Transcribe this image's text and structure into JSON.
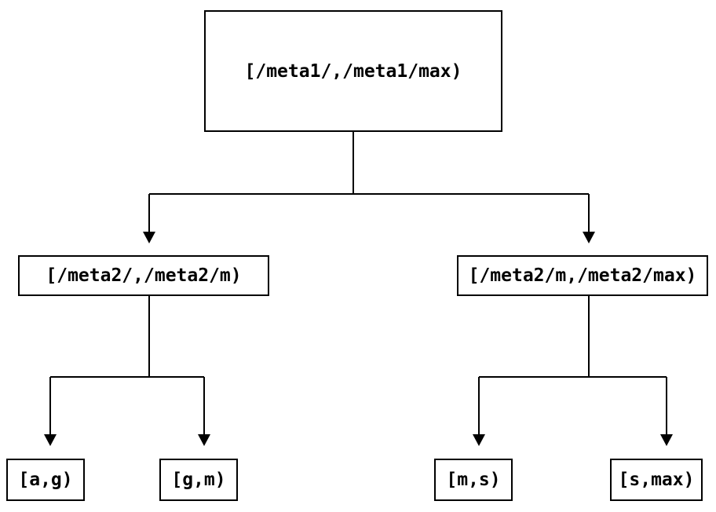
{
  "diagram": {
    "type": "tree",
    "background_color": "#ffffff",
    "stroke_color": "#000000",
    "text_color": "#000000",
    "nodes": {
      "root": {
        "label": "[/meta1/,/meta1/max)"
      },
      "level2_left": {
        "label": "[/meta2/,/meta2/m)"
      },
      "level2_right": {
        "label": "[/meta2/m,/meta2/max)"
      },
      "leaf_ag": {
        "label": "[a,g)"
      },
      "leaf_gm": {
        "label": "[g,m)"
      },
      "leaf_ms": {
        "label": "[m,s)"
      },
      "leaf_smax": {
        "label": "[s,max)"
      }
    },
    "edges": [
      {
        "from": "root",
        "to": "level2_left"
      },
      {
        "from": "root",
        "to": "level2_right"
      },
      {
        "from": "level2_left",
        "to": "leaf_ag"
      },
      {
        "from": "level2_left",
        "to": "leaf_gm"
      },
      {
        "from": "level2_right",
        "to": "leaf_ms"
      },
      {
        "from": "level2_right",
        "to": "leaf_smax"
      }
    ]
  }
}
